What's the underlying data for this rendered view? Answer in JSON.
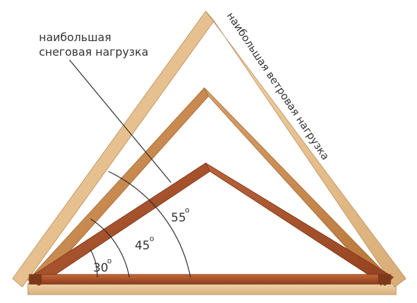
{
  "labels": {
    "snow_line1": "наибольшая",
    "snow_line2": "снеговая  нагрузка",
    "wind": "наибольшая ветровая нагрузка"
  },
  "angles": [
    {
      "value": "30",
      "unit": "o"
    },
    {
      "value": "45",
      "unit": "o"
    },
    {
      "value": "55",
      "unit": "o"
    }
  ],
  "colors": {
    "light_wood": "#e8c79a",
    "mid_wood": "#c98848",
    "dark_wood": "#a8502a",
    "beam_wood": "#b55a2e",
    "lines": "#2a2a2a"
  }
}
